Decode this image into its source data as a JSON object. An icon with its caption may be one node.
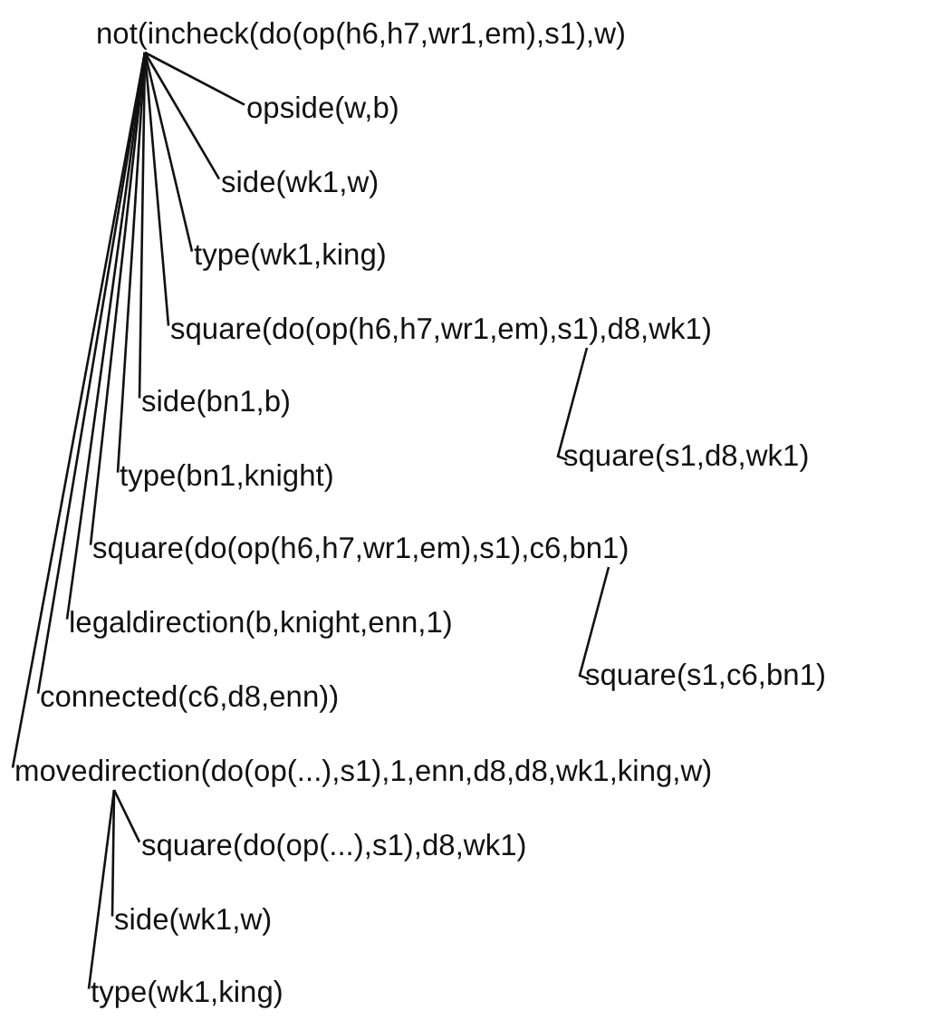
{
  "diagram": {
    "nodes": [
      {
        "text": [
          "not(incheck(do(op(h6,h7,wr1,em),s1),w)"
        ]
      },
      {
        "text": [
          "opside(w,b)"
        ]
      },
      {
        "text": [
          "side(wk1,w)"
        ]
      },
      {
        "text": [
          "type(wk1,king)"
        ]
      },
      {
        "text": [
          "square(do(op(h6,h7,wr1,em),s1),d8,wk1)"
        ]
      },
      {
        "text": [
          "side(bn1,b)"
        ]
      },
      {
        "text": [
          "type(bn1,knight)"
        ]
      },
      {
        "text": [
          "square(s1,d8,wk1)"
        ]
      },
      {
        "text": [
          "square(do(op(h6,h7,wr1,em),s1),c6,bn1)"
        ]
      },
      {
        "text": [
          "legaldirection(b,knight,enn,1)"
        ]
      },
      {
        "text": [
          "square(s1,c6,bn1)"
        ]
      },
      {
        "text": [
          "connected(c6,d8,enn))"
        ]
      },
      {
        "text": [
          "movedirection(do(op(...),s1),1,enn,d8,d8,wk1,king,w)"
        ]
      },
      {
        "text": [
          "square(do(op(...),s1),d8,wk1)"
        ]
      },
      {
        "text": [
          "side(wk1,w)"
        ]
      },
      {
        "text": [
          "type(wk1,king)"
        ]
      }
    ],
    "edges": [
      {
        "from": 0,
        "to": 1,
        "arrow": "none"
      },
      {
        "from": 0,
        "to": 2,
        "arrow": "none"
      },
      {
        "from": 0,
        "to": 3,
        "arrow": "none"
      },
      {
        "from": 0,
        "to": 4,
        "arrow": "none"
      },
      {
        "from": 0,
        "to": 5,
        "arrow": "none"
      },
      {
        "from": 0,
        "to": 6,
        "arrow": "none"
      },
      {
        "from": 0,
        "to": 8,
        "arrow": "none"
      },
      {
        "from": 0,
        "to": 9,
        "arrow": "none"
      },
      {
        "from": 0,
        "to": 11,
        "arrow": "none"
      },
      {
        "from": 0,
        "to": 12,
        "arrow": "none"
      },
      {
        "from": 4,
        "to": 7,
        "arrow": "none"
      },
      {
        "from": 8,
        "to": 10,
        "arrow": "none"
      },
      {
        "from": 12,
        "to": 13,
        "arrow": "none"
      },
      {
        "from": 12,
        "to": 14,
        "arrow": "none"
      },
      {
        "from": 12,
        "to": 15,
        "arrow": "none"
      }
    ]
  }
}
